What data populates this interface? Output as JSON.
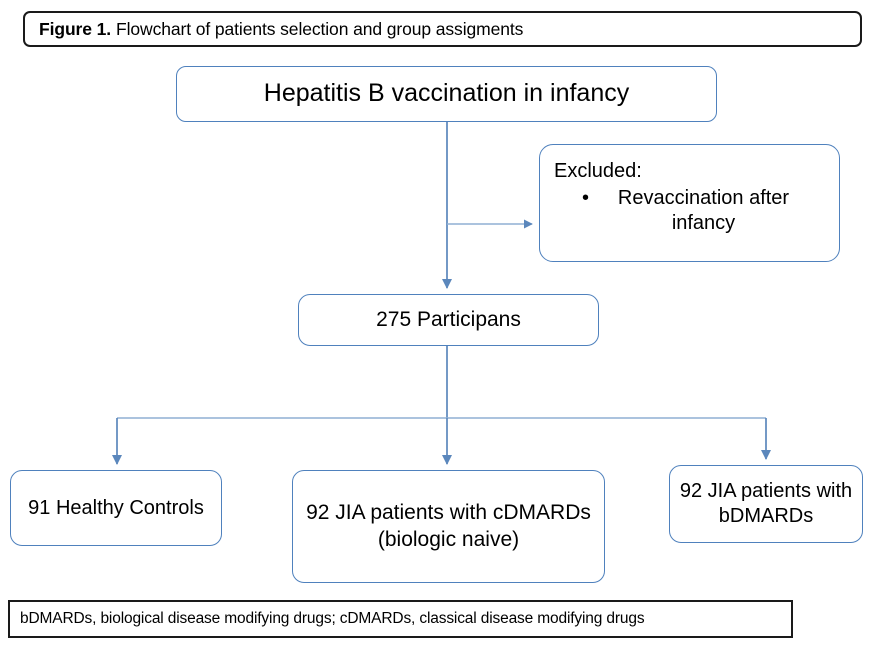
{
  "figure": {
    "caption_label": "Figure 1.",
    "caption_text": "Flowchart of patients selection and group assigments",
    "footnote": "bDMARDs, biological disease modifying drugs; cDMARDs, classical disease modifying drugs"
  },
  "colors": {
    "node_border": "#4F81BD",
    "connector": "#6D97C4",
    "frame_border": "#1a1a1a",
    "background": "#ffffff",
    "text": "#000000"
  },
  "nodes": {
    "vaccination": {
      "label": "Hepatitis B vaccination in infancy"
    },
    "excluded": {
      "heading": "Excluded:",
      "bullet_glyph": "•",
      "items": [
        "Revaccination after infancy"
      ]
    },
    "participants": {
      "label": "275 Participans",
      "count": 275
    },
    "healthy_controls": {
      "label": "91 Healthy Controls",
      "count": 91
    },
    "cdmards_group": {
      "label": "92 JIA patients with cDMARDs (biologic naive)",
      "count": 92
    },
    "bdmards_group": {
      "label": "92 JIA patients with bDMARDs",
      "count": 92
    }
  },
  "chart_data": {
    "type": "diagram",
    "title": "Flowchart of patients selection and group assigments",
    "nodes": [
      {
        "id": "vaccination",
        "text": "Hepatitis B vaccination in infancy",
        "level": 0
      },
      {
        "id": "excluded",
        "text": "Excluded: Revaccination after infancy",
        "level": 1,
        "side": true
      },
      {
        "id": "participants",
        "text": "275 Participans",
        "value": 275,
        "level": 2
      },
      {
        "id": "healthy_controls",
        "text": "91 Healthy Controls",
        "value": 91,
        "level": 3
      },
      {
        "id": "cdmards_group",
        "text": "92 JIA patients with cDMARDs (biologic naive)",
        "value": 92,
        "level": 3
      },
      {
        "id": "bdmards_group",
        "text": "92 JIA patients with bDMARDs",
        "value": 92,
        "level": 3
      }
    ],
    "edges": [
      {
        "from": "vaccination",
        "to": "excluded"
      },
      {
        "from": "vaccination",
        "to": "participants"
      },
      {
        "from": "participants",
        "to": "healthy_controls"
      },
      {
        "from": "participants",
        "to": "cdmards_group"
      },
      {
        "from": "participants",
        "to": "bdmards_group"
      }
    ]
  }
}
